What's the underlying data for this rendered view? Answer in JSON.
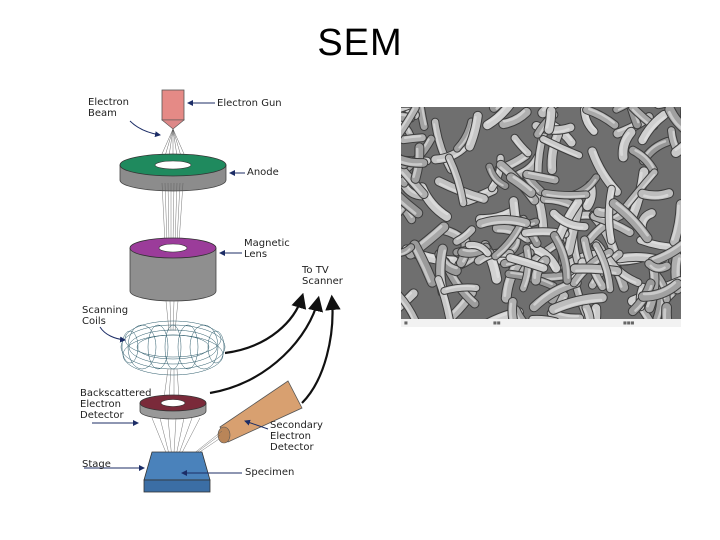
{
  "slide": {
    "title": "SEM"
  },
  "diagram": {
    "labels": {
      "electron_beam": "Electron Beam",
      "electron_gun": "Electron Gun",
      "anode": "Anode",
      "magnetic_lens": "Magnetic Lens",
      "to_tv_scanner": "To TV Scanner",
      "scanning_coils": "Scanning Coils",
      "backscattered_detector": "Backscattered Electron Detector",
      "secondary_detector": "Secondary Electron Detector",
      "stage": "Stage",
      "specimen": "Specimen"
    },
    "colors": {
      "gun": "#e58a86",
      "anode_ring": "#1f8a5e",
      "lens_ring": "#9b3c9a",
      "detector_ring": "#7a2a3a",
      "secondary_detector": "#d8a070",
      "stage": "#3b6ea5",
      "cylinder_gray": "#8c8c8c",
      "arrow": "#1c2d66"
    }
  },
  "micrograph": {
    "subject": "sem-bacteria-micrograph",
    "background": "#9a9a9a"
  }
}
